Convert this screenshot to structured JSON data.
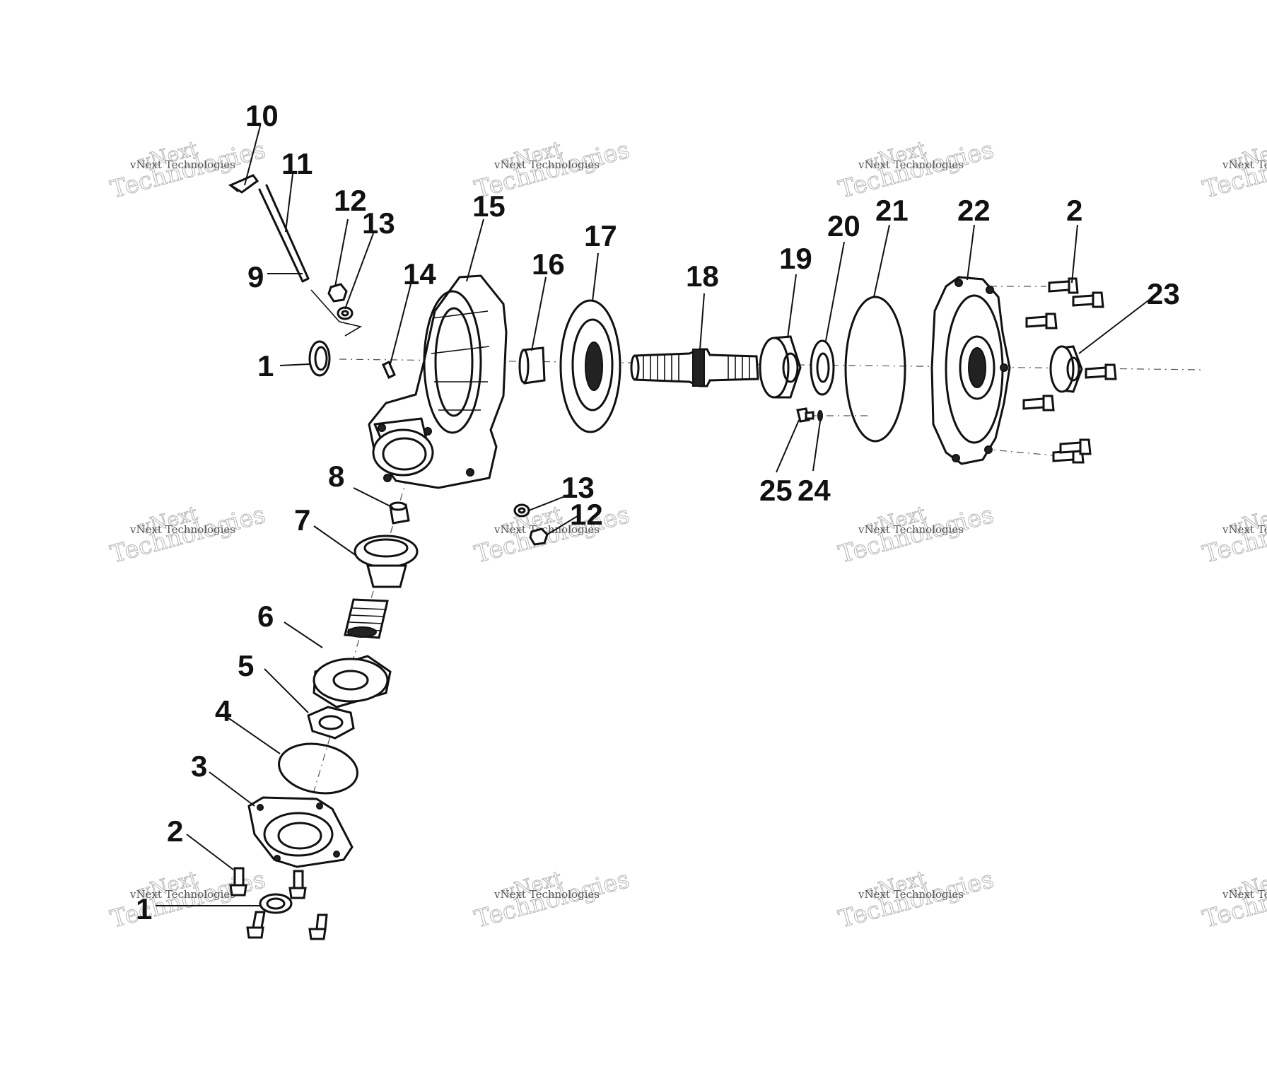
{
  "diagram": {
    "callouts": {
      "c1a": "1",
      "c1b": "1",
      "c2a": "2",
      "c2b": "2",
      "c3": "3",
      "c4": "4",
      "c5": "5",
      "c6": "6",
      "c7": "7",
      "c8": "8",
      "c9": "9",
      "c10": "10",
      "c11": "11",
      "c12a": "12",
      "c12b": "12",
      "c13a": "13",
      "c13b": "13",
      "c14": "14",
      "c15": "15",
      "c16": "16",
      "c17": "17",
      "c18": "18",
      "c19": "19",
      "c20": "20",
      "c21": "21",
      "c22": "22",
      "c23": "23",
      "c24": "24",
      "c25": "25"
    },
    "watermark": {
      "brand": "vNext",
      "word": "Technologies",
      "caption": "vNext Technologies"
    }
  }
}
